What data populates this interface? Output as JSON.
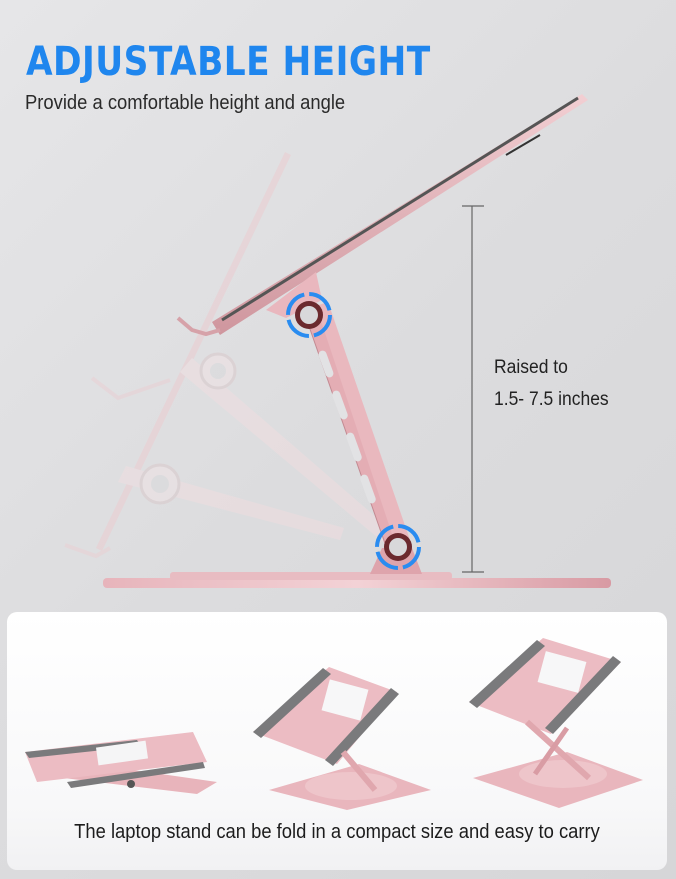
{
  "header": {
    "title": "ADJUSTABLE HEIGHT",
    "subtitle": "Provide a comfortable height and angle"
  },
  "hero": {
    "dimension_label_line1": "Raised to",
    "dimension_label_line2": "1.5- 7.5 inches",
    "product": "laptop-stand-side-view",
    "hinge_icons": [
      "rotate-hinge-icon-top",
      "rotate-hinge-icon-bottom"
    ]
  },
  "bottom_panel": {
    "caption": "The laptop stand can be fold in a compact size and easy to carry",
    "variants": [
      "folded",
      "medium-raised",
      "fully-raised"
    ]
  },
  "colors": {
    "title_blue": "#1f86ee",
    "product_pink": "#e8b8be",
    "product_pink_dark": "#c98e96",
    "pad_gray": "#7a7a7c",
    "hinge_blue": "#2a8cf0",
    "hinge_ring": "#6b2a2e",
    "background": "#dedee0",
    "panel_bg": "#ffffff"
  }
}
